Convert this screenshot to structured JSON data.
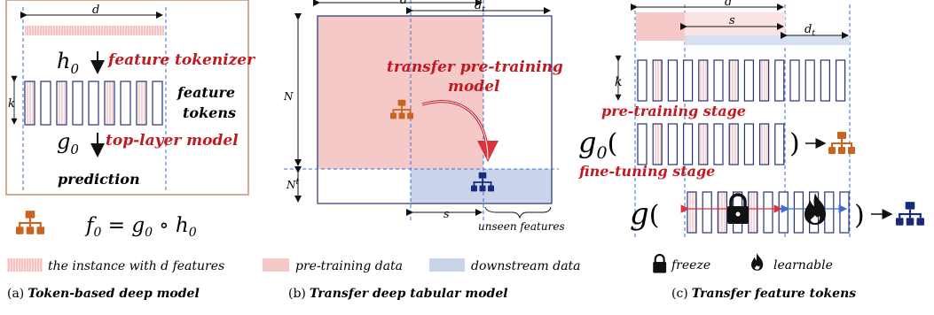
{
  "colors": {
    "pretrain": "#f6c9c9",
    "downstream": "#c9d4ea",
    "red": "#c0191f",
    "orange_icon": "#c8641e",
    "navy_icon": "#1a2a7a",
    "panel_border": "#c98f6a",
    "token_border": "#24337a",
    "dash_blue": "#3b6fd4",
    "grey_hatch": "#f3a9a9"
  },
  "icons": [
    "org-chart-icon",
    "lock-icon",
    "flame-icon"
  ],
  "panel_a": {
    "d_label": "d",
    "h0": "h",
    "h0_sub": "0",
    "feature_tokenizer": "feature tokenizer",
    "k_label": "k",
    "feature_tokens_1": "feature",
    "feature_tokens_2": "tokens",
    "g0": "g",
    "g0_sub": "0",
    "top_layer_model": "top-layer model",
    "prediction": "prediction",
    "formula_f": "f",
    "formula_f_sub": "0",
    "formula_eq": " = ",
    "formula_g": "g",
    "formula_g_sub": "0",
    "formula_circ": " ∘ ",
    "formula_h": "h",
    "formula_h_sub": "0",
    "legend_instance": "the instance with d features",
    "caption_prefix": "(a)",
    "caption": "Token-based deep model"
  },
  "panel_b": {
    "d_label": "d",
    "dt_label": "d",
    "dt_sub": "t",
    "N_label": "N",
    "Nt_label": "N",
    "Nt_sup": "t",
    "transfer_1": "transfer pre-training",
    "transfer_2": "model",
    "s_label": "s",
    "unseen": "unseen features",
    "legend_pretrain": "pre-training data",
    "legend_downstream": "downstream data",
    "caption_prefix": "(b)",
    "caption": "Transfer deep tabular model"
  },
  "panel_c": {
    "d_label": "d",
    "s_label": "s",
    "dt_label": "d",
    "dt_sub": "t",
    "k_label": "k",
    "pretrain_stage": "pre-training stage",
    "g0": "g",
    "g0_sub": "0",
    "paren_open": "(",
    "paren_close": ")",
    "finetune_stage": "fine-tuning stage",
    "g": "g",
    "legend_freeze": "freeze",
    "legend_learnable": "learnable",
    "caption_prefix": "(c)",
    "caption": "Transfer feature tokens"
  }
}
